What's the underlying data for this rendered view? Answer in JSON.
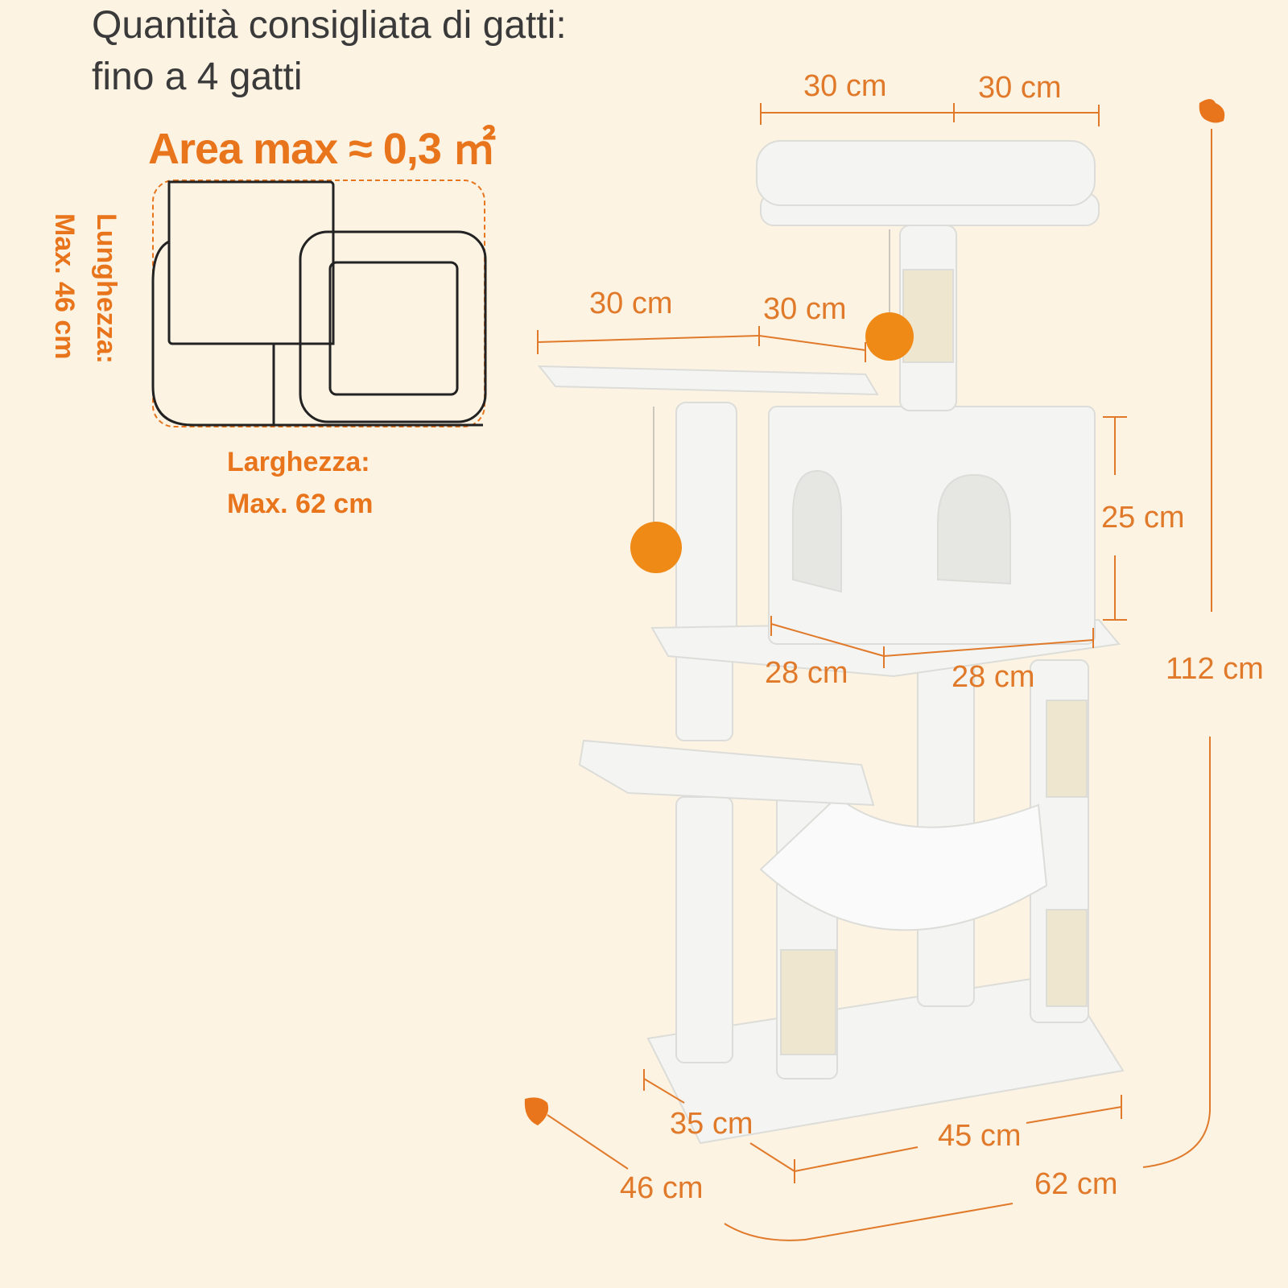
{
  "header": {
    "line1": "Quantità consigliata di gatti:",
    "line2": "fino a 4 gatti"
  },
  "area": {
    "label": "Area max ≈ 0,3 ㎡"
  },
  "footprint": {
    "length_title": "Lunghezza:",
    "length_value": "Max. 46 cm",
    "width_title": "Larghezza:",
    "width_value": "Max. 62 cm"
  },
  "dimensions": {
    "top_perch_left": "30 cm",
    "top_perch_right": "30 cm",
    "platform_width": "30 cm",
    "platform_depth": "30 cm",
    "condo_height": "25 cm",
    "condo_depth": "28 cm",
    "condo_width": "28 cm",
    "total_height": "112 cm",
    "base_depth": "35 cm",
    "base_width": "45 cm",
    "total_depth": "46 cm",
    "total_width": "62 cm"
  },
  "colors": {
    "accent": "#e8741c",
    "background": "#fdf3e3",
    "plush": "#f4f4f2",
    "sisal": "#efe6cf"
  }
}
